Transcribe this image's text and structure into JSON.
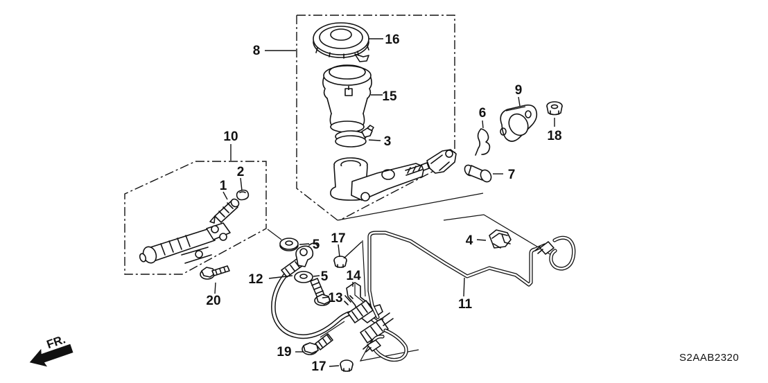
{
  "diagram": {
    "code": "S2AAB2320",
    "direction_label": "FR.",
    "background_color": "#ffffff",
    "line_color": "#111111"
  },
  "callouts": [
    {
      "label": "8"
    },
    {
      "label": "16"
    },
    {
      "label": "15"
    },
    {
      "label": "3"
    },
    {
      "label": "10"
    },
    {
      "label": "1"
    },
    {
      "label": "2"
    },
    {
      "label": "20"
    },
    {
      "label": "5"
    },
    {
      "label": "12"
    },
    {
      "label": "5"
    },
    {
      "label": "13"
    },
    {
      "label": "17"
    },
    {
      "label": "14"
    },
    {
      "label": "19"
    },
    {
      "label": "17"
    },
    {
      "label": "9"
    },
    {
      "label": "6"
    },
    {
      "label": "18"
    },
    {
      "label": "7"
    },
    {
      "label": "4"
    },
    {
      "label": "11"
    }
  ]
}
